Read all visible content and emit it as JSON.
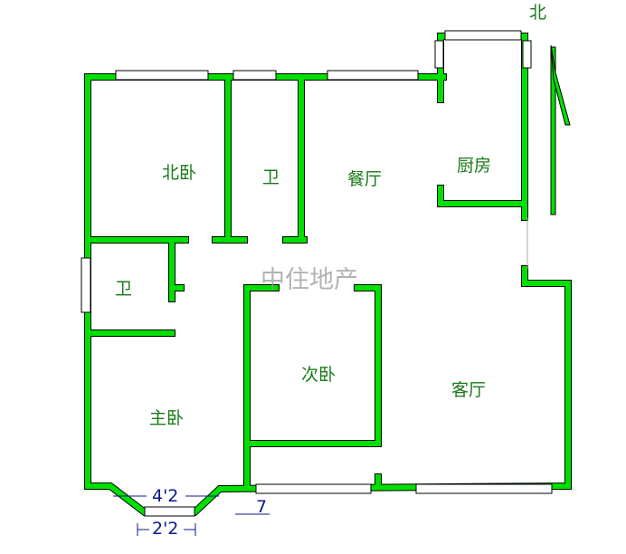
{
  "compass": {
    "north_label": "北"
  },
  "watermark": "中住地产",
  "rooms": [
    {
      "name": "北卧"
    },
    {
      "name": "卫"
    },
    {
      "name": "餐厅"
    },
    {
      "name": "厨房"
    },
    {
      "name": "卫"
    },
    {
      "name": "次卧"
    },
    {
      "name": "客厅"
    },
    {
      "name": "主卧"
    }
  ],
  "dimensions": {
    "bay_outer": "4'2",
    "bay_inner": "2'2",
    "entry_mark": "7"
  },
  "colors": {
    "wall": "#00e000",
    "outline": "#000000",
    "text": "#1a7a1a",
    "dimension": "#0a1a8a"
  }
}
